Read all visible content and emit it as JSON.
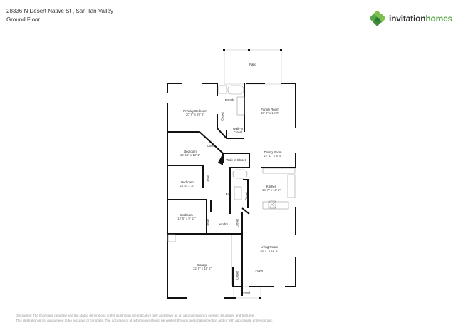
{
  "header": {
    "address": "28336 N Desert Native St , San Tan Valley",
    "floor": "Ground Floor"
  },
  "logo": {
    "brand_bold": "invitation",
    "brand_light": "homes",
    "icon": "clover-diamond-icon",
    "colors": {
      "dark_green": "#3f8a3b",
      "light_green": "#7ec04f"
    }
  },
  "rooms": {
    "patio": {
      "name": "Patio"
    },
    "pbath": {
      "name": "P.Bath"
    },
    "primary_bedroom": {
      "name": "Primary Bedroom",
      "dims": "20' 6\" x 20' 9\""
    },
    "closet1": {
      "name": "Closet"
    },
    "walkin1": {
      "name": "Walk-in",
      "name2": "Closet"
    },
    "family_room": {
      "name": "Family Room",
      "dims": "15' 3\" x 16' 9\""
    },
    "bedroom1": {
      "name": "Bedroom",
      "dims": "16' 10\" x 12' 1\""
    },
    "closet_diag": {
      "name": "Closet"
    },
    "walkin2": {
      "name": "Walk-in Closet"
    },
    "dining_room": {
      "name": "Dining Room",
      "dims": "12' 11\" x 8' 4\""
    },
    "bedroom2": {
      "name": "Bedroom",
      "dims": "12' 5\" x 10'"
    },
    "closet2": {
      "name": "Closet"
    },
    "bath": {
      "name": "Bath"
    },
    "closet3": {
      "name": "Closet"
    },
    "kitchen": {
      "name": "Kitchen",
      "dims": "16' 7\" x 12' 8\""
    },
    "bedroom3": {
      "name": "Bedroom",
      "dims": "12' 5\" x 9' 11\""
    },
    "closet4": {
      "name": "Closet"
    },
    "laundry": {
      "name": "Laundry"
    },
    "closet5": {
      "name": "Closet"
    },
    "living_room": {
      "name": "Living Room",
      "dims": "16' 3\" x 22' 6\""
    },
    "garage": {
      "name": "Garage",
      "dims": "22' 8\" x 19' 6\""
    },
    "foyer": {
      "name": "Foyer"
    },
    "closet6": {
      "name": "Closet"
    },
    "porch": {
      "name": "Porch"
    }
  },
  "disclaimer": {
    "line1": "Disclaimer: The floorplans depicted and the stated dimensions in this illustration are indicative only and serve as an approximation of existing structures and features.",
    "line2": "This illustration is not guaranteed to be accurate or complete. The accuracy of all information should be verified through personal inspection and/or with appropriate professionals."
  }
}
